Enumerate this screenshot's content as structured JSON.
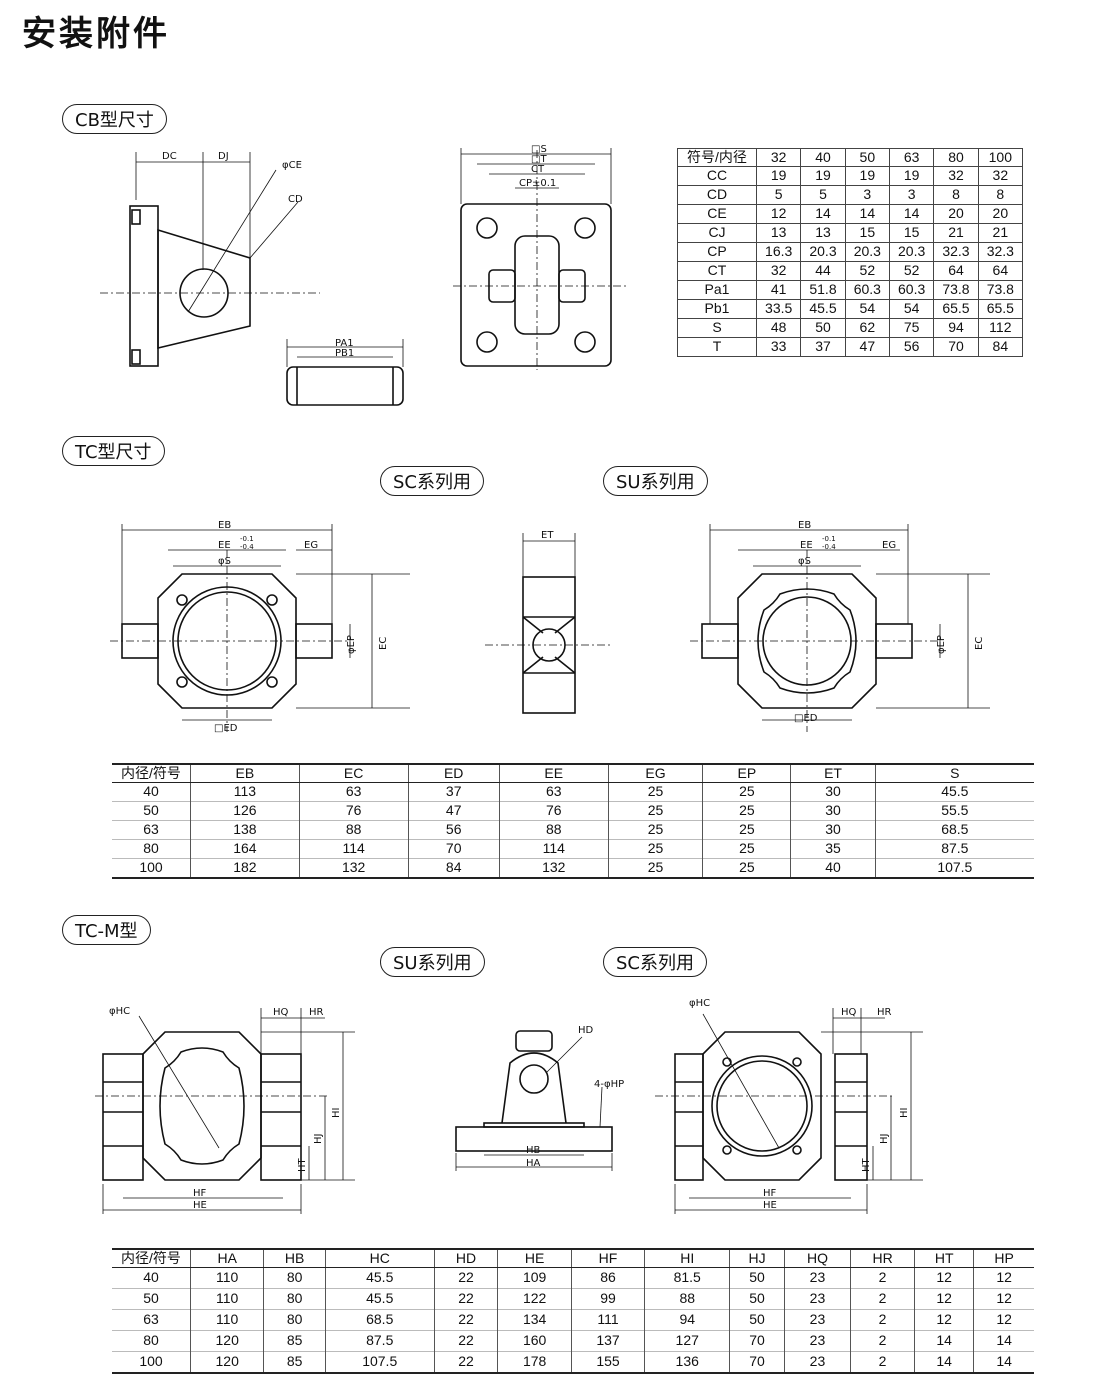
{
  "page": {
    "title": "安装附件"
  },
  "cb": {
    "heading": "CB型尺寸",
    "dims": {
      "dc": "DC",
      "dj": "DJ",
      "ce": "φCE",
      "cd": "CD",
      "s": "□S",
      "t": "□T",
      "ct": "CT",
      "cp": "CP±0.1",
      "pa1": "PA1",
      "pb1": "PB1"
    },
    "table": {
      "header": [
        "符号/内径",
        "32",
        "40",
        "50",
        "63",
        "80",
        "100"
      ],
      "rows": [
        [
          "CC",
          "19",
          "19",
          "19",
          "19",
          "32",
          "32"
        ],
        [
          "CD",
          "5",
          "5",
          "3",
          "3",
          "8",
          "8"
        ],
        [
          "CE",
          "12",
          "14",
          "14",
          "14",
          "20",
          "20"
        ],
        [
          "CJ",
          "13",
          "13",
          "15",
          "15",
          "21",
          "21"
        ],
        [
          "CP",
          "16.3",
          "20.3",
          "20.3",
          "20.3",
          "32.3",
          "32.3"
        ],
        [
          "CT",
          "32",
          "44",
          "52",
          "52",
          "64",
          "64"
        ],
        [
          "Pa1",
          "41",
          "51.8",
          "60.3",
          "60.3",
          "73.8",
          "73.8"
        ],
        [
          "Pb1",
          "33.5",
          "45.5",
          "54",
          "54",
          "65.5",
          "65.5"
        ],
        [
          "S",
          "48",
          "50",
          "62",
          "75",
          "94",
          "112"
        ],
        [
          "T",
          "33",
          "37",
          "47",
          "56",
          "70",
          "84"
        ]
      ]
    }
  },
  "tc": {
    "heading": "TC型尺寸",
    "sc_label": "SC系列用",
    "su_label": "SU系列用",
    "dims": {
      "eb": "EB",
      "ee": "EE",
      "ee_tol_hi": "-0.1",
      "ee_tol_lo": "-0.4",
      "eg": "EG",
      "s": "φS",
      "ep": "φEP",
      "ec": "EC",
      "ed": "□ED",
      "et": "ET"
    },
    "table": {
      "header": [
        "内径/符号",
        "EB",
        "EC",
        "ED",
        "EE",
        "EG",
        "EP",
        "ET",
        "S"
      ],
      "rows": [
        [
          "40",
          "113",
          "63",
          "37",
          "63",
          "25",
          "25",
          "30",
          "45.5"
        ],
        [
          "50",
          "126",
          "76",
          "47",
          "76",
          "25",
          "25",
          "30",
          "55.5"
        ],
        [
          "63",
          "138",
          "88",
          "56",
          "88",
          "25",
          "25",
          "30",
          "68.5"
        ],
        [
          "80",
          "164",
          "114",
          "70",
          "114",
          "25",
          "25",
          "35",
          "87.5"
        ],
        [
          "100",
          "182",
          "132",
          "84",
          "132",
          "25",
          "25",
          "40",
          "107.5"
        ]
      ]
    }
  },
  "tcm": {
    "heading": "TC-M型",
    "su_label": "SU系列用",
    "sc_label": "SC系列用",
    "dims": {
      "hc": "φHC",
      "hq": "HQ",
      "hr": "HR",
      "hi": "HI",
      "hj": "HJ",
      "ht": "HT",
      "hf": "HF",
      "he": "HE",
      "hd": "HD",
      "hp": "4-φHP",
      "hb": "HB",
      "ha": "HA"
    },
    "table": {
      "header": [
        "内径/符号",
        "HA",
        "HB",
        "HC",
        "HD",
        "HE",
        "HF",
        "HI",
        "HJ",
        "HQ",
        "HR",
        "HT",
        "HP"
      ],
      "rows": [
        [
          "40",
          "110",
          "80",
          "45.5",
          "22",
          "109",
          "86",
          "81.5",
          "50",
          "23",
          "2",
          "12",
          "12"
        ],
        [
          "50",
          "110",
          "80",
          "45.5",
          "22",
          "122",
          "99",
          "88",
          "50",
          "23",
          "2",
          "12",
          "12"
        ],
        [
          "63",
          "110",
          "80",
          "68.5",
          "22",
          "134",
          "111",
          "94",
          "50",
          "23",
          "2",
          "12",
          "12"
        ],
        [
          "80",
          "120",
          "85",
          "87.5",
          "22",
          "160",
          "137",
          "127",
          "70",
          "23",
          "2",
          "14",
          "14"
        ],
        [
          "100",
          "120",
          "85",
          "107.5",
          "22",
          "178",
          "155",
          "136",
          "70",
          "23",
          "2",
          "14",
          "14"
        ]
      ]
    }
  }
}
